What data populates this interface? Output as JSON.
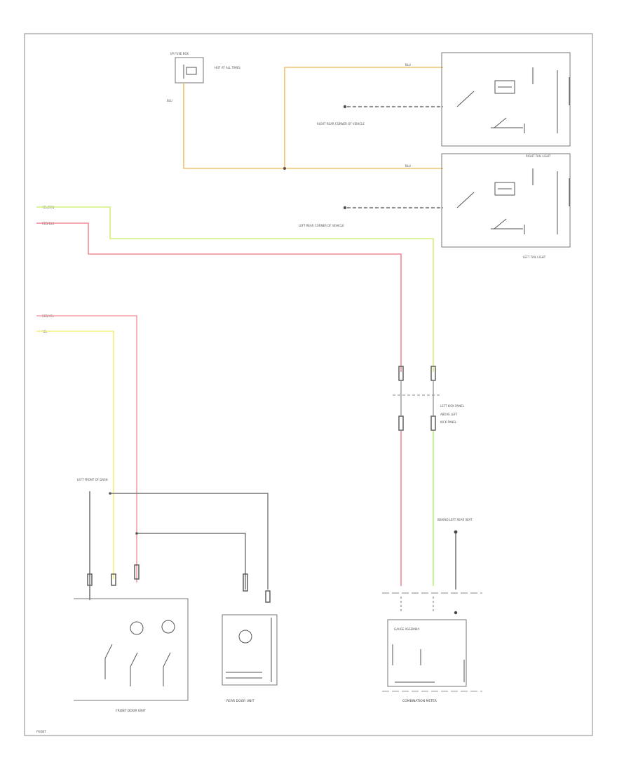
{
  "diagram": {
    "colors": {
      "frame": "#888888",
      "black_wire": "#7a7a7a",
      "yellow_wire": "#f2f07a",
      "green_wire": "#b7f07a",
      "red_wire": "#f28a95",
      "orange_wire": "#f0c070",
      "pink_wire": "#f5a0a8"
    },
    "icons": [
      "ground-icon",
      "bulb-icon",
      "switch-icon",
      "connector-icon"
    ],
    "labels": {
      "hot_at_all_times": "HOT AT ALL TIMES",
      "fuse_box": "I/P FUSE BOX",
      "wire_top": "BLU",
      "wire_left": "BLU",
      "right_rear_junction": "RIGHT REAR CORNER OF VEHICLE",
      "left_rear_junction": "LEFT REAR CORNER OF VEHICLE",
      "right_tail_light": "RIGHT TAIL LIGHT",
      "left_tail_light": "LEFT TAIL LIGHT",
      "wire_yel_grn": "YEL/GRN",
      "wire_red_blk": "RED/BLK",
      "wire_red_yel": "RED/YEL",
      "wire_yel": "YEL",
      "connector_note": "LEFT KICK PANEL",
      "ground_left": "LEFT FRONT OF DASH",
      "ground_right": "BEHIND LEFT REAR SEAT",
      "front_door_unit": "FRONT DOOR UNIT",
      "rear_door_unit": "REAR DOOR UNIT",
      "combination_meter": "COMBINATION METER",
      "meter_inner": "GAUGE ASSEMBLY",
      "footer": "FRONT"
    }
  }
}
